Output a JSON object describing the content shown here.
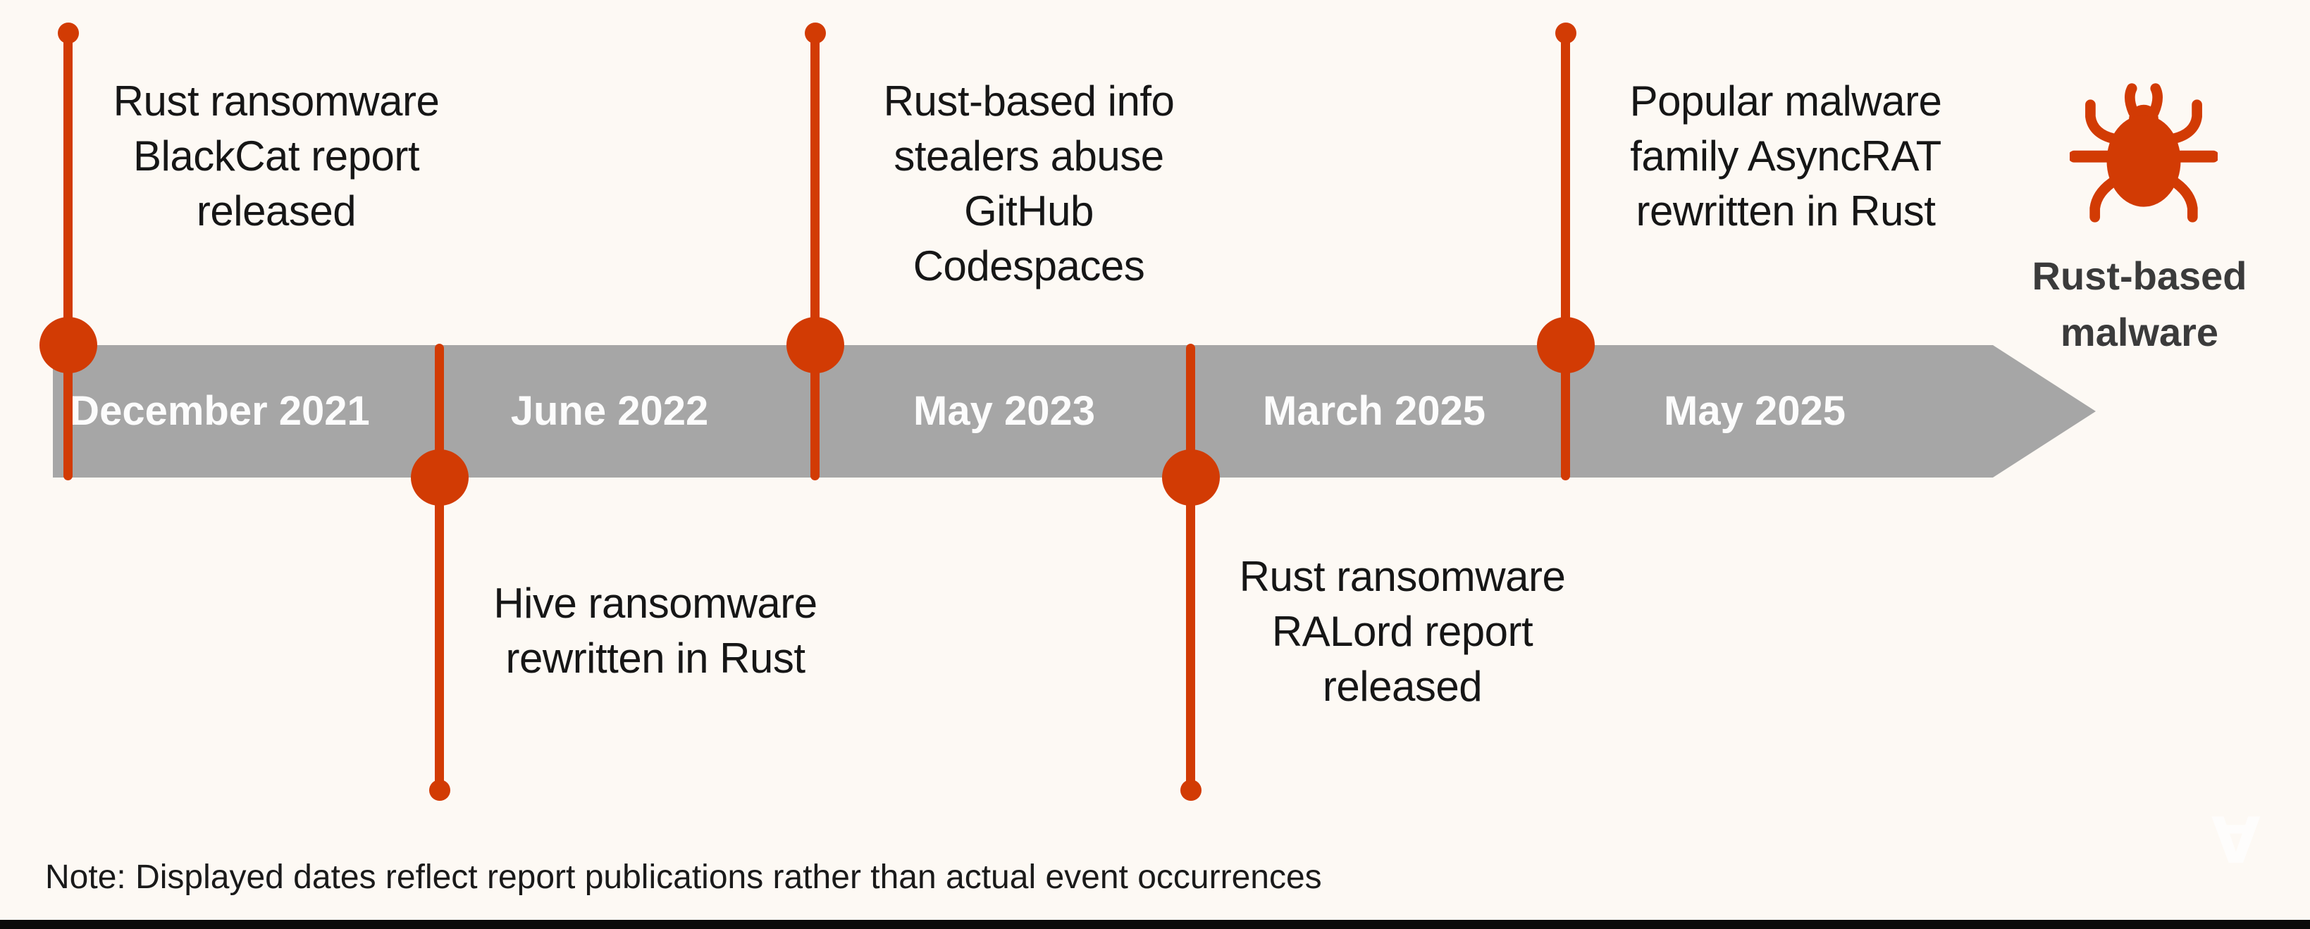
{
  "title": "Rust-based malware timeline",
  "colors": {
    "accent": "#D23B04",
    "bar": "#A6A6A6",
    "background": "#FDF9F4",
    "date_text": "#FCFCFC",
    "event_text": "#161616",
    "legend_text": "#3B3B3B",
    "note_text": "#1A1A1A"
  },
  "timeline": {
    "events": [
      {
        "date": "December 2021",
        "side": "above",
        "lines": [
          "Rust ransomware",
          "BlackCat report",
          "released"
        ]
      },
      {
        "date": "June 2022",
        "side": "below",
        "lines": [
          "Hive ransomware",
          "rewritten in Rust"
        ]
      },
      {
        "date": "May 2023",
        "side": "above",
        "lines": [
          "Rust-based info",
          "stealers abuse",
          "GitHub",
          "Codespaces"
        ]
      },
      {
        "date": "March 2025",
        "side": "below",
        "lines": [
          "Rust ransomware",
          "RALord report",
          "released"
        ]
      },
      {
        "date": "May 2025",
        "side": "above",
        "lines": [
          "Popular malware",
          "family AsyncRAT",
          "rewritten in Rust"
        ]
      }
    ],
    "legend": {
      "icon": "bug-icon",
      "lines": [
        "Rust-based",
        "malware"
      ]
    }
  },
  "note": "Note: Displayed dates reflect report publications rather than actual event occurrences",
  "watermark_glyph": "∀"
}
